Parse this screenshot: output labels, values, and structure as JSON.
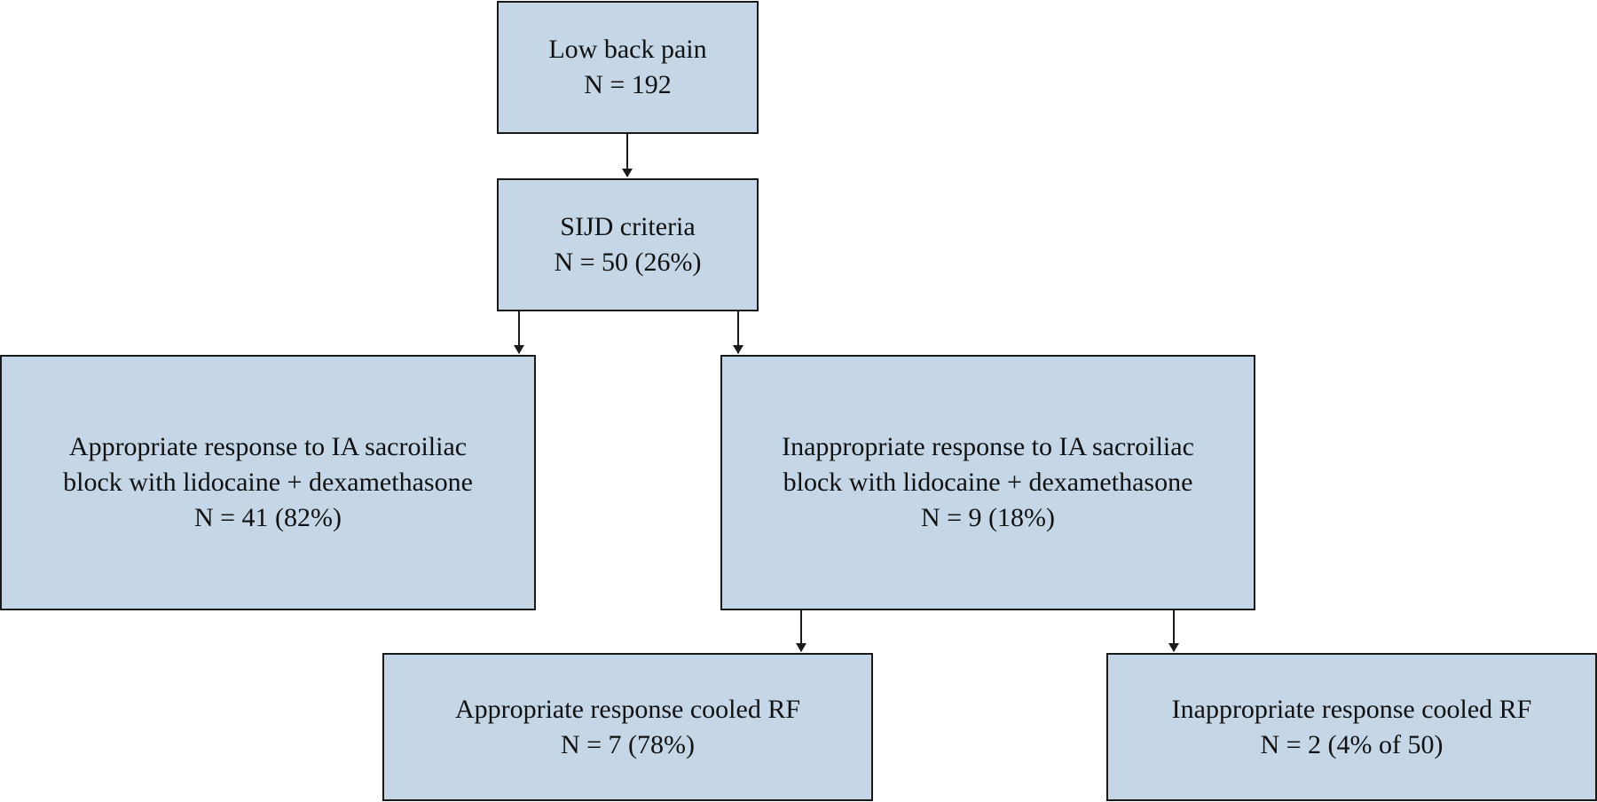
{
  "colors": {
    "box_fill": "#c5d6e6",
    "box_border": "#1a1a1a",
    "arrow": "#1a1a1a"
  },
  "nodes": {
    "low_back_pain": {
      "lines": [
        "Low back pain",
        "N = 192"
      ]
    },
    "sijd_criteria": {
      "lines": [
        "SIJD criteria",
        "N = 50 (26%)"
      ]
    },
    "appropriate_block": {
      "lines": [
        "Appropriate response to IA sacroiliac",
        "block with lidocaine + dexamethasone",
        "N = 41 (82%)"
      ]
    },
    "inappropriate_block": {
      "lines": [
        "Inappropriate response to IA sacroiliac",
        "block with lidocaine + dexamethasone",
        "N = 9 (18%)"
      ]
    },
    "appropriate_rf": {
      "lines": [
        "Appropriate response cooled RF",
        "N = 7 (78%)"
      ]
    },
    "inappropriate_rf": {
      "lines": [
        "Inappropriate response cooled RF",
        "N = 2 (4% of 50)"
      ]
    }
  },
  "edges": [
    {
      "from": "low_back_pain",
      "to": "sijd_criteria"
    },
    {
      "from": "sijd_criteria",
      "to": "appropriate_block"
    },
    {
      "from": "sijd_criteria",
      "to": "inappropriate_block"
    },
    {
      "from": "inappropriate_block",
      "to": "appropriate_rf"
    },
    {
      "from": "inappropriate_block",
      "to": "inappropriate_rf"
    }
  ]
}
